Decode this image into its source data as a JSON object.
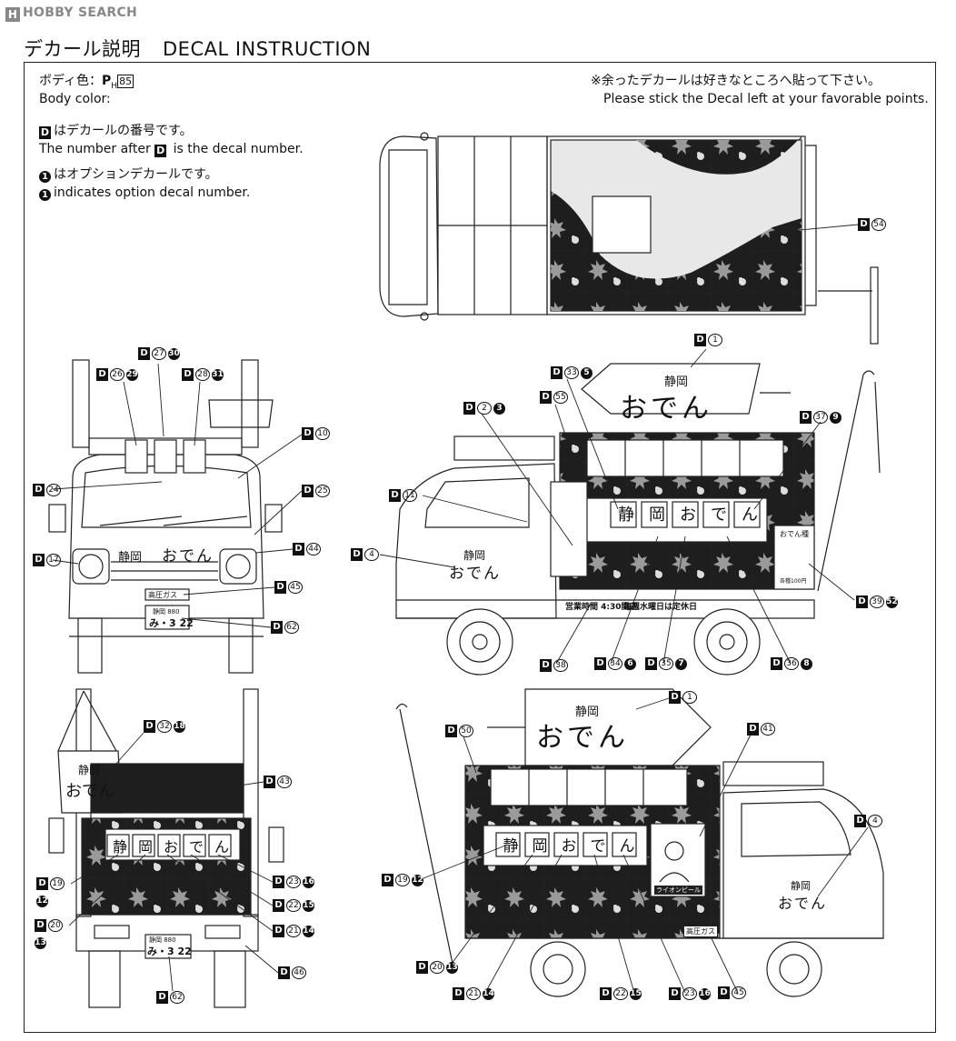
{
  "watermark": "HOBBY SEARCH",
  "header": {
    "title_jp": "デカール説明",
    "title_en": "DECAL INSTRUCTION"
  },
  "body_color": {
    "jp": "ボディ色：",
    "code_prefix": "P",
    "code_sub": "H",
    "code_num": "85",
    "en": "Body color:"
  },
  "legend": {
    "decal_jp": "はデカールの番号です。",
    "decal_en_pre": "The number after",
    "decal_en_post": "is the decal number.",
    "option_jp": "はオプションデカールです。",
    "option_en": "indicates option decal number.",
    "option_mark": "1",
    "d_mark": "D"
  },
  "note": {
    "jp": "※余ったデカールは好きなところへ貼って下さい。",
    "en": "Please stick the Decal left at your favorable points."
  },
  "truck_text": {
    "sign_top": "静岡",
    "sign_main": "おでん",
    "shizuoka": "静岡",
    "oden": "おでん",
    "banner_chars": [
      "静",
      "岡",
      "お",
      "で",
      "ん"
    ],
    "hours": "営業時間 4:30開店",
    "closed": "毎週水曜日は定休日",
    "high_pressure": "高圧ガス",
    "plate_top": "静岡 880",
    "plate_bottom": "み・3 22",
    "menu_title": "おでん種",
    "menu_price": "各種100円",
    "beer": "ライオンビール"
  },
  "labels": {
    "top_54": {
      "w": "54",
      "b": ""
    },
    "f_27_30": {
      "w": "27",
      "b": "30"
    },
    "f_26_29": {
      "w": "26",
      "b": "29"
    },
    "f_28_31": {
      "w": "28",
      "b": "31"
    },
    "f_10": {
      "w": "10",
      "b": ""
    },
    "f_24": {
      "w": "24",
      "b": ""
    },
    "f_25": {
      "w": "25",
      "b": ""
    },
    "f_17": {
      "w": "17",
      "b": ""
    },
    "f_44": {
      "w": "44",
      "b": ""
    },
    "f_45": {
      "w": "45",
      "b": ""
    },
    "f_62": {
      "w": "62",
      "b": ""
    },
    "s_1": {
      "w": "1",
      "b": ""
    },
    "s_33_5": {
      "w": "33",
      "b": "5"
    },
    "s_2_3": {
      "w": "2",
      "b": "3"
    },
    "s_55": {
      "w": "55",
      "b": ""
    },
    "s_37_9": {
      "w": "37",
      "b": "9"
    },
    "s_11": {
      "w": "11",
      "b": ""
    },
    "s_4": {
      "w": "4",
      "b": ""
    },
    "s_39_52": {
      "w": "39",
      "b": "52"
    },
    "s_38": {
      "w": "38",
      "b": ""
    },
    "s_34_6": {
      "w": "34",
      "b": "6"
    },
    "s_35_7": {
      "w": "35",
      "b": "7"
    },
    "s_36_8": {
      "w": "36",
      "b": "8"
    },
    "r_32_18": {
      "w": "32",
      "b": "18"
    },
    "r_43": {
      "w": "43",
      "b": ""
    },
    "r_19_12": {
      "w": "19",
      "b": "12"
    },
    "r_23_16": {
      "w": "23",
      "b": "16"
    },
    "r_22_15": {
      "w": "22",
      "b": "15"
    },
    "r_20_13": {
      "w": "20",
      "b": "13"
    },
    "r_21_14": {
      "w": "21",
      "b": "14"
    },
    "r_46": {
      "w": "46",
      "b": ""
    },
    "r_62": {
      "w": "62",
      "b": ""
    },
    "b_1": {
      "w": "1",
      "b": ""
    },
    "b_50": {
      "w": "50",
      "b": ""
    },
    "b_41": {
      "w": "41",
      "b": ""
    },
    "b_4": {
      "w": "4",
      "b": ""
    },
    "b_19_12": {
      "w": "19",
      "b": "12"
    },
    "b_20_13": {
      "w": "20",
      "b": "13"
    },
    "b_21_14": {
      "w": "21",
      "b": "14"
    },
    "b_22_15": {
      "w": "22",
      "b": "15"
    },
    "b_23_16": {
      "w": "23",
      "b": "16"
    },
    "b_45": {
      "w": "45",
      "b": ""
    }
  }
}
